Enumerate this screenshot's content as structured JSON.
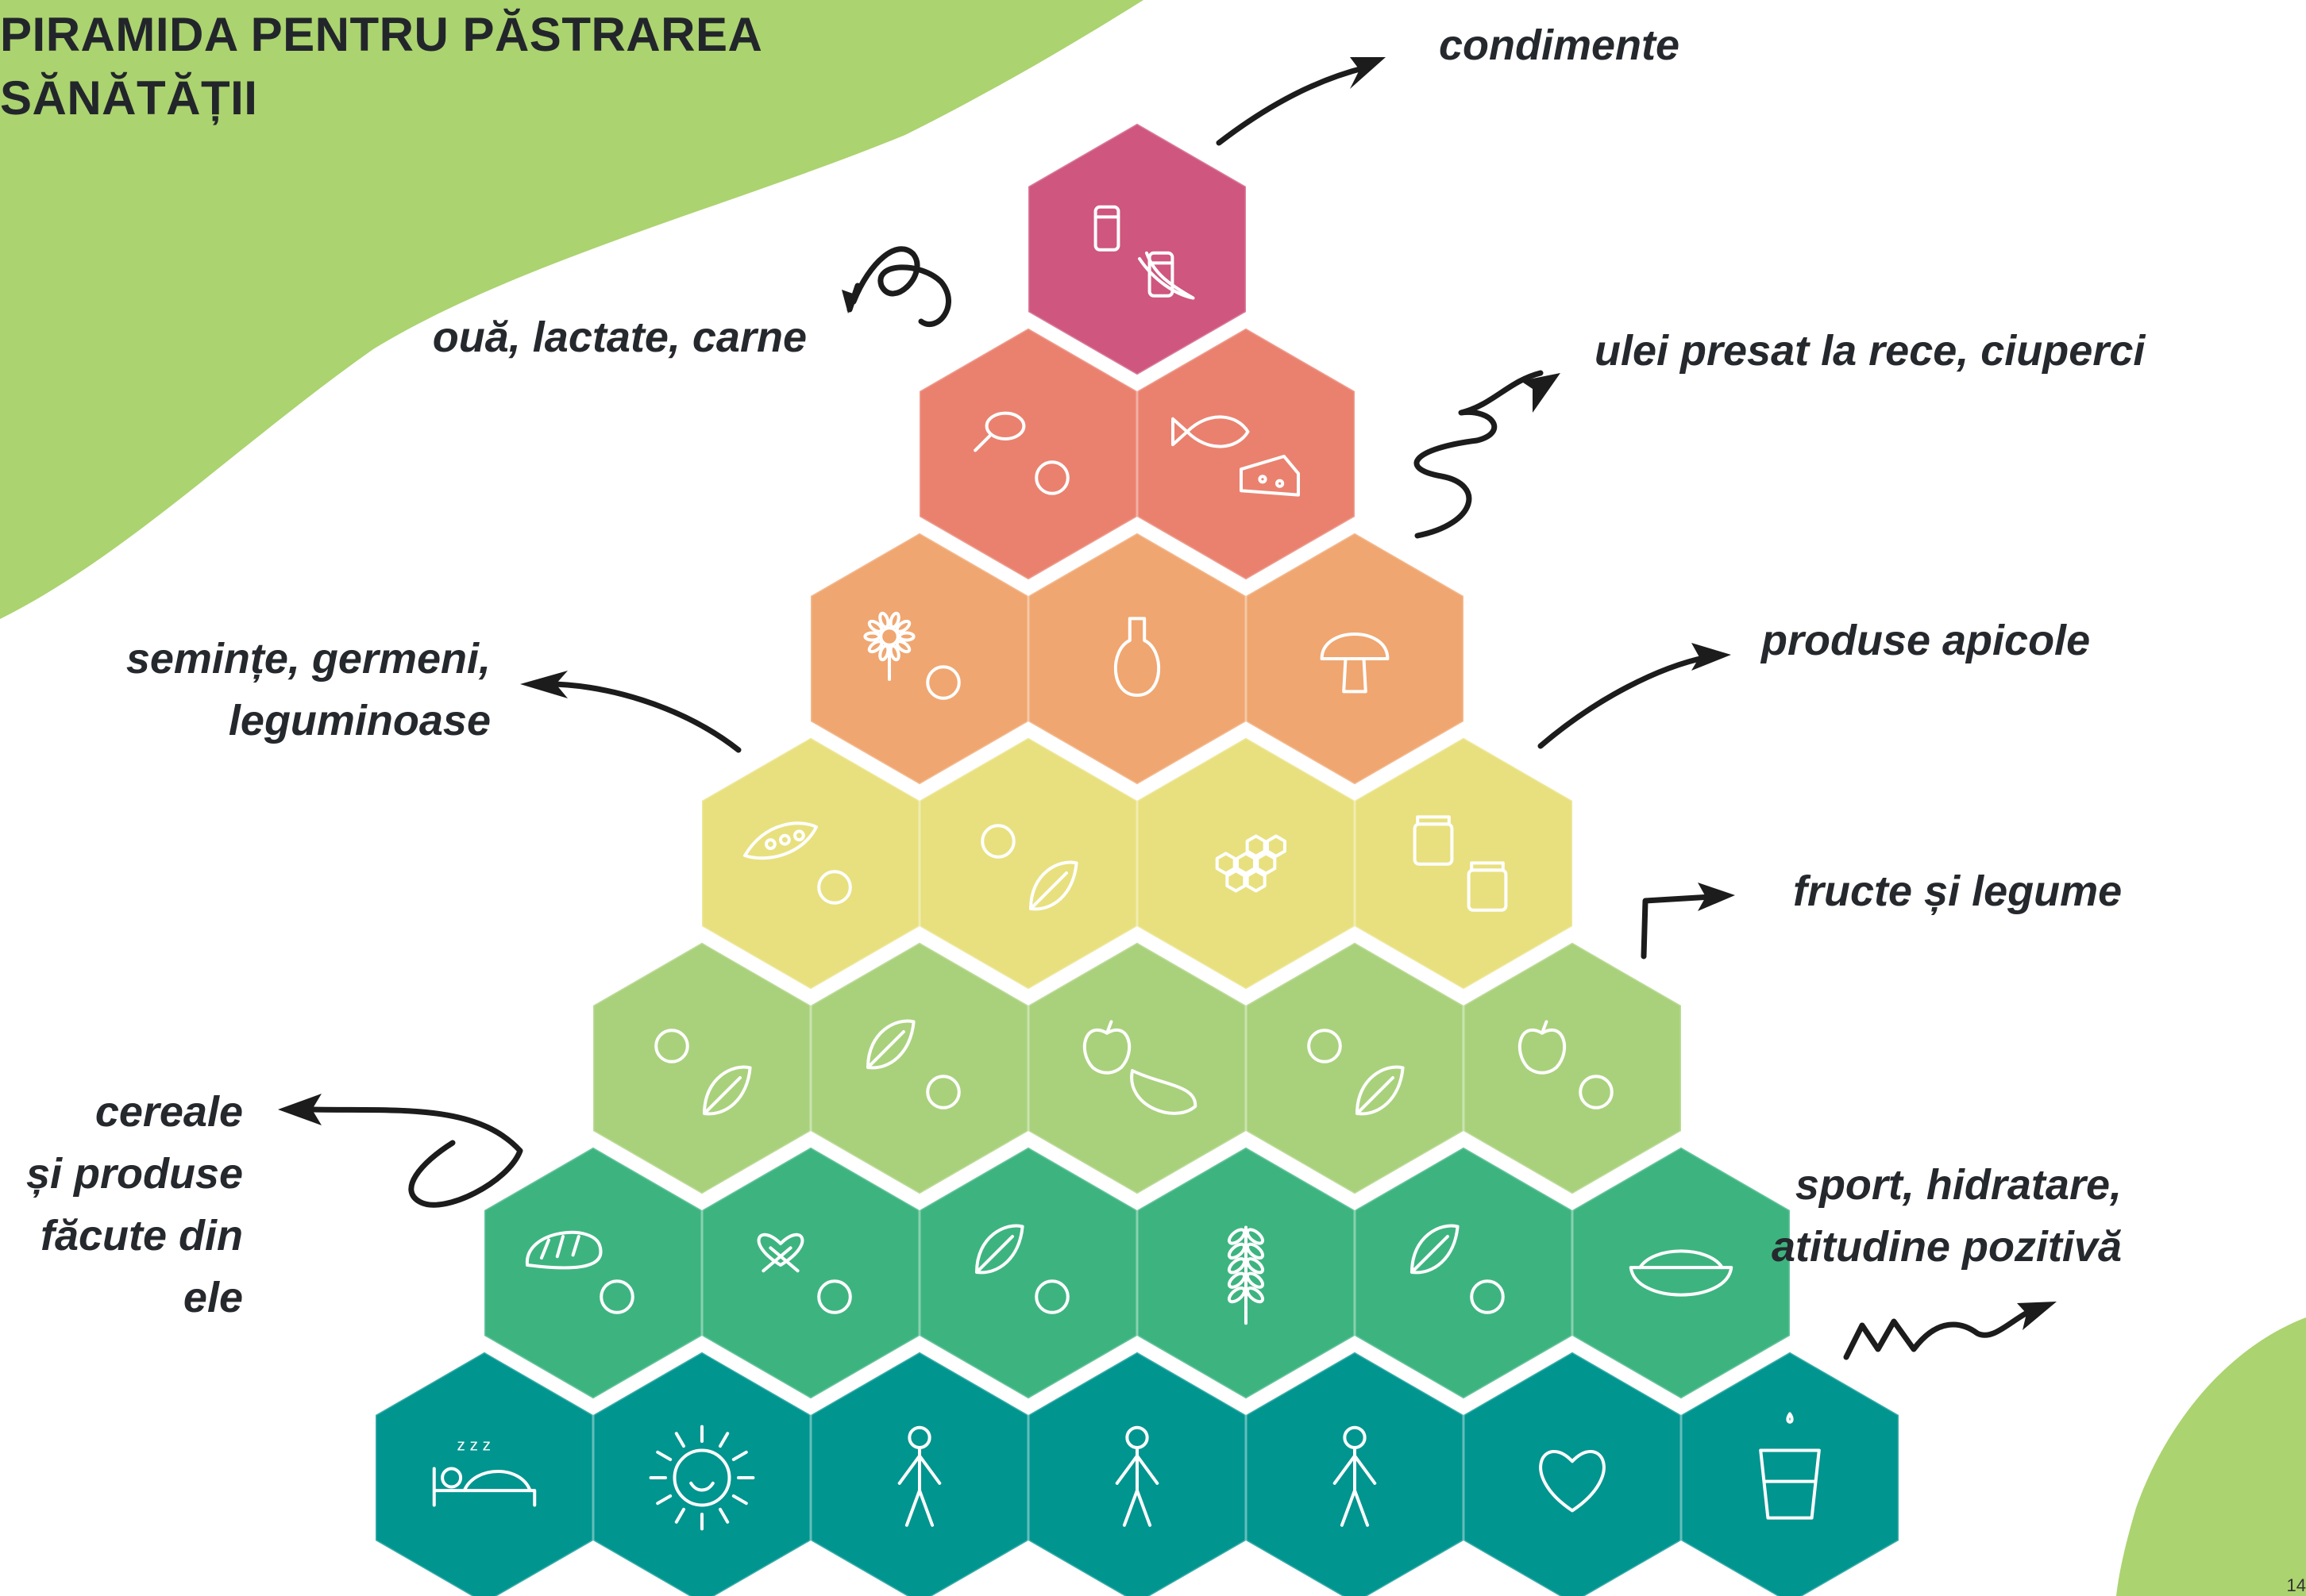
{
  "title": {
    "line1": "PIRAMIDA PENTRU PĂSTRAREA",
    "line2": "SĂNĂTĂȚII"
  },
  "tiers": [
    {
      "label_lines": [
        "condimente"
      ],
      "color": "#cf567e",
      "icons": [
        "salt-shaker-icon",
        "pepper-shaker-icon",
        "chili-pepper-icon"
      ]
    },
    {
      "label_lines": [
        "ouă, lactate, carne"
      ],
      "color": "#ea816f",
      "icons": [
        "chicken-leg-icon",
        "fish-icon",
        "egg-icon",
        "cheese-icon",
        "milk-carton-icon"
      ]
    },
    {
      "label_lines": [
        "ulei presat la rece, ciuperci"
      ],
      "color": "#f0a670",
      "icons": [
        "sunflower-icon",
        "seeds-icon",
        "oil-bottle-icon",
        "mushroom-icon"
      ]
    },
    {
      "label_lines": [
        "produse apicole"
      ],
      "color": "#e8e07e",
      "icons": [
        "bean-icon",
        "pea-pod-icon",
        "walnut-icon",
        "sprout-icon",
        "honeycomb-icon",
        "pollen-icon",
        "royal-jelly-jar-icon",
        "honey-jar-icon"
      ]
    },
    {
      "label_lines": [
        "semințe, germeni,",
        "leguminoase"
      ],
      "color": "#a9d17c",
      "icons": [
        "broccoli-icon",
        "garlic-icon",
        "potato-icon",
        "beet-icon",
        "lettuce-icon",
        "carrot-icon",
        "tomato-icon",
        "eggplant-icon",
        "pumpkin-icon",
        "onion-icon",
        "cucumber-icon",
        "strawberry-icon",
        "raspberry-icon",
        "currant-icon",
        "pear-icon",
        "apple-icon",
        "cherry-icon",
        "grapes-icon"
      ]
    },
    {
      "label_lines": [
        "fructe și legume"
      ],
      "color": "#3db480",
      "icons": [
        "bread-icon",
        "muffin-icon",
        "pretzel-icon",
        "croissant-icon",
        "toast-icon",
        "bagel-icon",
        "wheat-icon",
        "farfalle-pasta-icon",
        "macaroni-icon",
        "rice-bowl-icon",
        "corn-icon"
      ]
    },
    {
      "label_lines": [
        "cereale",
        "și produse",
        "făcute din",
        "ele"
      ],
      "color": "#019590",
      "icons": [
        "sleep-icon",
        "sun-smile-icon",
        "walking-person-icon",
        "reading-person-icon",
        "jump-rope-icon",
        "heart-icon",
        "water-glass-icon"
      ]
    },
    {
      "label_lines": [
        "sport,  hidratare,",
        "atitudine pozitivă"
      ]
    }
  ],
  "page_number": "14"
}
